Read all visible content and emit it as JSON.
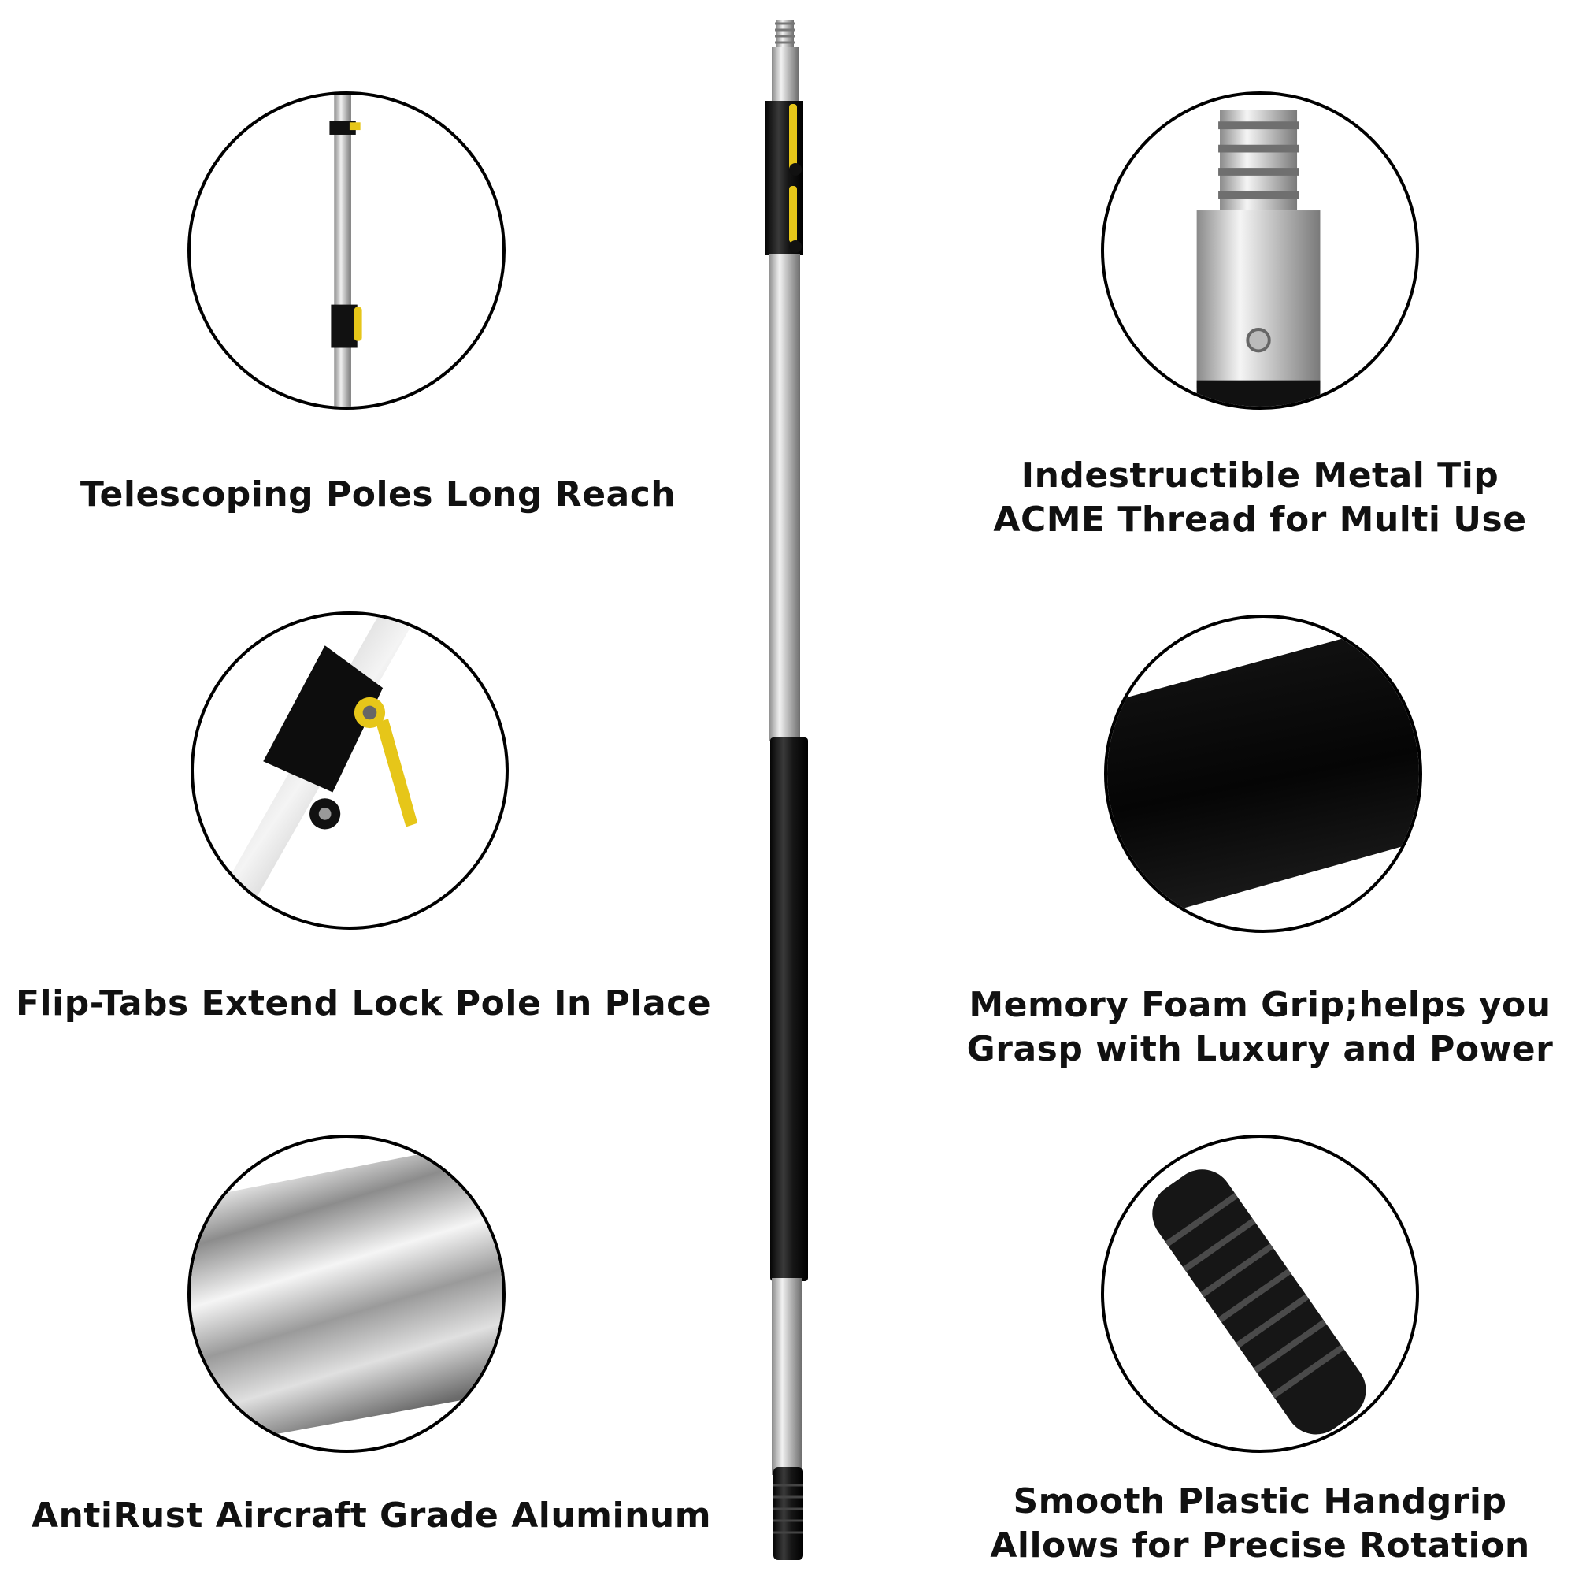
{
  "features": {
    "telescoping": {
      "title": "Telescoping Poles Long Reach"
    },
    "metal_tip": {
      "line1": "Indestructible Metal Tip",
      "line2": "ACME Thread for Multi Use"
    },
    "flip_tabs": {
      "title": "Flip-Tabs Extend  Lock Pole In Place"
    },
    "memory_foam": {
      "line1": "Memory Foam Grip;helps you",
      "line2": "Grasp with Luxury and Power"
    },
    "aluminum": {
      "title": "AntiRust Aircraft Grade Aluminum"
    },
    "handgrip": {
      "line1": "Smooth Plastic Handgrip",
      "line2": "Allows for Precise Rotation"
    }
  },
  "colors": {
    "accent_yellow": "#e6c619",
    "pole_black": "#1a1a1a",
    "aluminum": "#c8c8c8"
  }
}
